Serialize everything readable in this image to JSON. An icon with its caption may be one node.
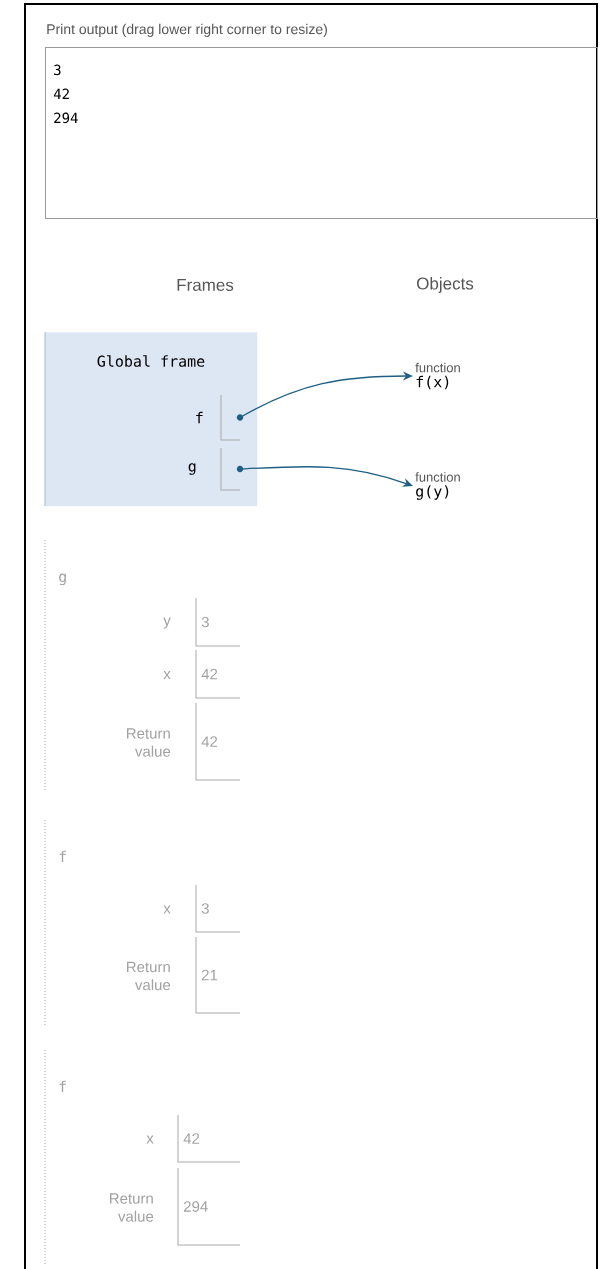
{
  "diagram": {
    "nodes": [
      {
        "text": [
          "Print output (drag lower right corner to resize)",
          "3",
          "42",
          "294"
        ]
      },
      {
        "text": [
          "Global frame"
        ]
      },
      {
        "text": [
          "f"
        ],
        "in": 1
      },
      {
        "text": [
          "g"
        ],
        "in": 1
      },
      {
        "text": [
          "function",
          "f(x)"
        ]
      },
      {
        "text": [
          "function",
          "g(y)"
        ]
      },
      {
        "text": [
          "g"
        ]
      },
      {
        "text": [
          "y",
          "3"
        ],
        "in": 6
      },
      {
        "text": [
          "x",
          "42"
        ],
        "in": 6
      },
      {
        "text": [
          "Return value",
          "42"
        ],
        "in": 6
      },
      {
        "text": [
          "f"
        ]
      },
      {
        "text": [
          "x",
          "3"
        ],
        "in": 10
      },
      {
        "text": [
          "Return value",
          "21"
        ],
        "in": 10
      },
      {
        "text": [
          "f"
        ]
      },
      {
        "text": [
          "x",
          "42"
        ],
        "in": 13
      },
      {
        "text": [
          "Return value",
          "294"
        ],
        "in": 13
      }
    ],
    "edges": [
      {
        "from": 2,
        "to": 4,
        "arrow": "to"
      },
      {
        "from": 3,
        "to": 5,
        "arrow": "to"
      }
    ],
    "labels": [
      "Frames",
      "Objects"
    ]
  }
}
